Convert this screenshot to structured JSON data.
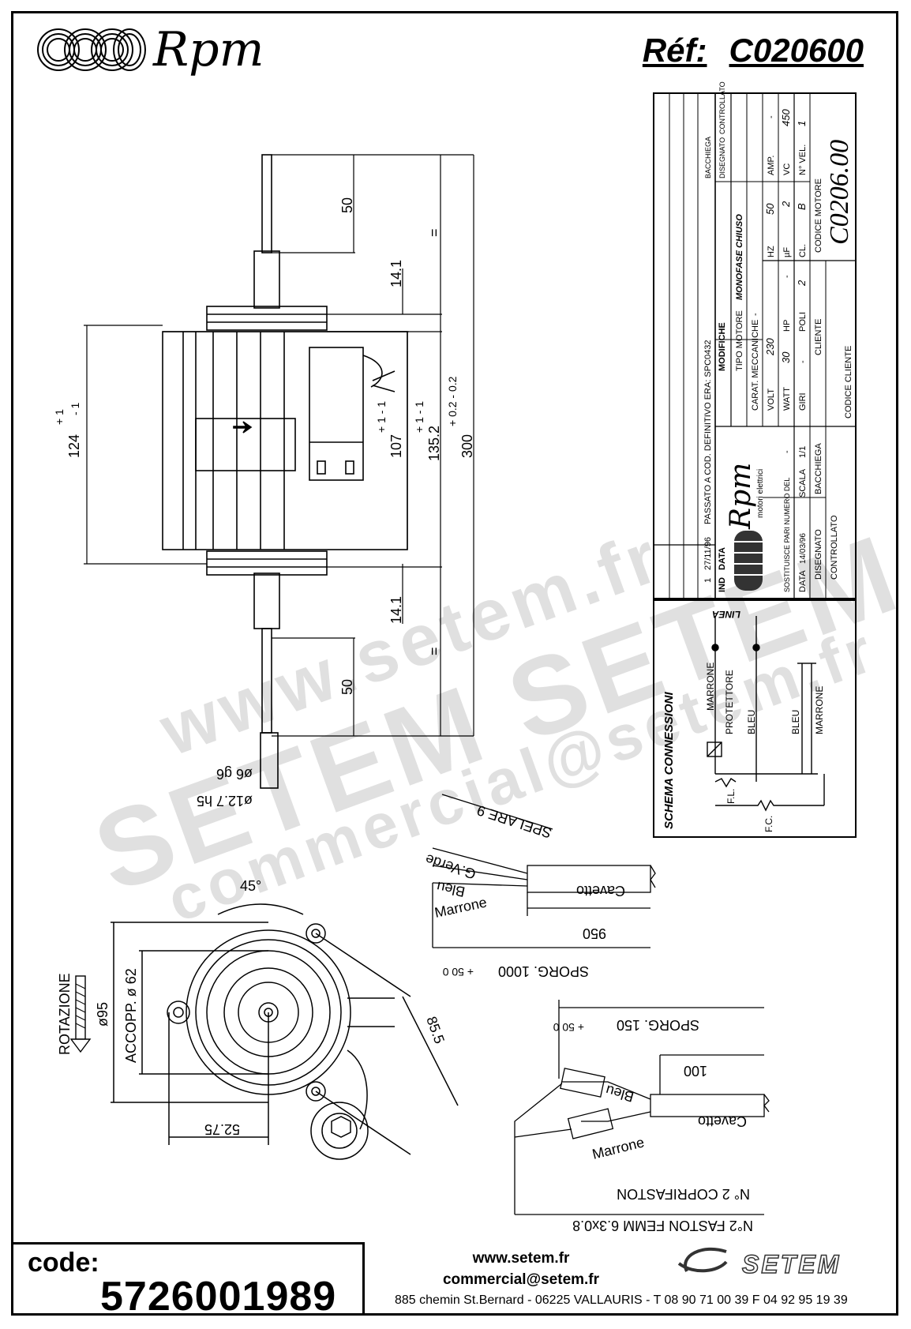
{
  "header": {
    "brand": "Rpm",
    "ref_label": "Réf:",
    "ref_value": "C020600"
  },
  "dimensions": {
    "top_shaft": "50",
    "bottom_shaft": "50",
    "equal_top": "=",
    "equal_bottom": "=",
    "gap_top": "14.1",
    "gap_bottom": "14.1",
    "body_height": "124",
    "body_tol_plus": "+ 1",
    "body_tol_minus": "- 1",
    "length_107": "107",
    "tol_107": "+ 1 - 1",
    "length_135": "135.2",
    "tol_135": "+ 1 - 1",
    "length_300": "300",
    "tol_300": "+ 0.2 - 0.2",
    "shaft_d6": "ø6 g6",
    "shaft_d12": "ø12.7 h5"
  },
  "cables": {
    "spelare": "SPELARE 9",
    "g_verde": "G.Verde",
    "bleu": "Bleu",
    "marrone": "Marrone",
    "cavetto": "Cavetto",
    "len_950": "950",
    "sporg_1000": "SPORG. 1000",
    "sporg_1000_tol": "+ 50 0",
    "sporg_150": "SPORG. 150",
    "sporg_150_tol": "+ 50 0",
    "len_100": "100",
    "bleu2": "Bleu",
    "cavetto2": "Cavetto",
    "marrone2": "Marrone",
    "copri": "N° 2 COPRIFASTON",
    "faston": "N°2 FASTON FEMM 6.3x0.8"
  },
  "front_view": {
    "angle": "45°",
    "rotation": "ROTAZIONE",
    "d95": "ø95",
    "accopp": "ACCOPP. ø 62",
    "d52": "52.75",
    "d85": "85.5"
  },
  "title_block": {
    "revision_note": "PASSATO A COD. DEFINITIVO ERA: SPC0432",
    "rev_date": "27/11/96",
    "rev_ind": "1",
    "ind": "IND",
    "data": "DATA",
    "modifiche": "MODIFICHE",
    "bacchiega": "BACCHIEGA",
    "disegnato_h": "DISEGNATO",
    "controllato_h": "CONTROLLATO",
    "tipo_motore_label": "TIPO MOTORE",
    "tipo_motore": "MONOFASE CHIUSO",
    "carat_label": "CARAT. MECCANICHE",
    "carat": "-",
    "volt_label": "VOLT",
    "volt": "230",
    "hz_label": "HZ",
    "hz": "50",
    "amp_label": "AMP.",
    "amp": "-",
    "watt_label": "WATT",
    "watt": "30",
    "hp_label": "HP",
    "hp": "-",
    "uf_label": "µF",
    "uf": "2",
    "vc_label": "VC",
    "vc": "450",
    "giri_label": "GIRI",
    "giri": "-",
    "poli_label": "POLI",
    "poli": "2",
    "cl_label": "CL.",
    "cl": "B",
    "vel_label": "N° VEL.",
    "vel": "1",
    "cliente": "CLIENTE",
    "codice_cliente": "CODICE CLIENTE",
    "codice_motore_label": "CODICE MOTORE",
    "codice_motore": "C0206.00",
    "rpm_brand": "Rpm",
    "rpm_sub": "motori elettrici",
    "sostituisce_label": "SOSTITUISCE PARI NUMERO DEL",
    "sostituisce": "-",
    "data_label": "DATA",
    "data_value": "14/03/96",
    "scala_label": "SCALA",
    "scala": "1/1",
    "disegnato": "DISEGNATO",
    "disegnato_by": "BACCHIEGA",
    "controllato": "CONTROLLATO"
  },
  "schema": {
    "title": "SCHEMA CONNESSIONI",
    "linea": "LINEA",
    "marrone": "MARRONE",
    "protettore": "PROTETTORE",
    "bleu": "BLEU",
    "bleu2": "BLEU",
    "marrone2": "MARRONE",
    "fl": "F.L.",
    "fc": "F.C."
  },
  "watermark": {
    "line1": "www.setem.fr",
    "line2": "SETEM SETEM",
    "line3": "commercial@setem.fr"
  },
  "footer": {
    "code_label": "code:",
    "code_value": "5726001989",
    "web": "www.setem.fr",
    "email": "commercial@setem.fr",
    "address": "885 chemin St.Bernard  -  06225 VALLAURIS  -  T 08 90 71 00 39   F 04 92 95 19 39",
    "setem_logo": "SETEM"
  }
}
